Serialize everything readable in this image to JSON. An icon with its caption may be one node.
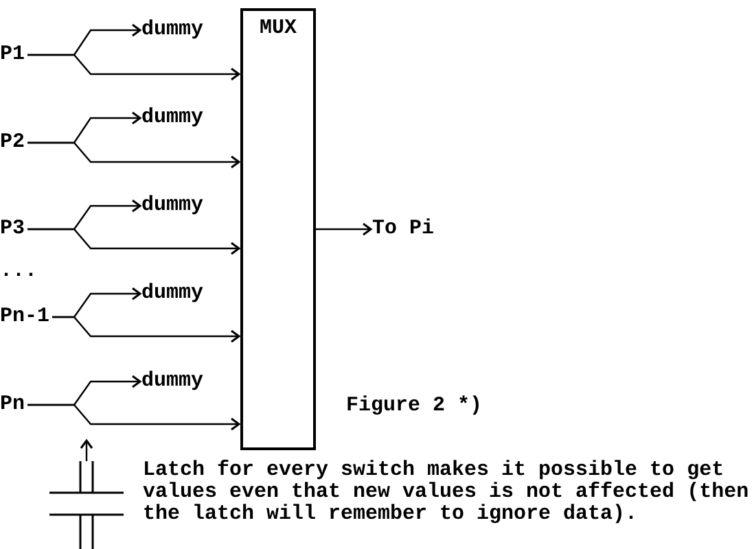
{
  "diagram": {
    "caption": "Figure 2 *)",
    "nodes": [
      {
        "text": [
          "MUX"
        ]
      },
      {
        "text": [
          "P1"
        ]
      },
      {
        "text": [
          "P2"
        ]
      },
      {
        "text": [
          "P3"
        ]
      },
      {
        "text": [
          "Pn-1"
        ]
      },
      {
        "text": [
          "Pn"
        ]
      },
      {
        "text": [
          "dummy"
        ]
      },
      {
        "text": [
          "dummy"
        ]
      },
      {
        "text": [
          "dummy"
        ]
      },
      {
        "text": [
          "dummy"
        ]
      },
      {
        "text": [
          "dummy"
        ]
      },
      {
        "text": [
          "To Pi"
        ]
      },
      {
        "text": [],
        "shape": "capacitor"
      }
    ],
    "edges": [
      {
        "from": 1,
        "to": 6,
        "arrow": "to"
      },
      {
        "from": 1,
        "to": 0,
        "arrow": "to"
      },
      {
        "from": 2,
        "to": 7,
        "arrow": "to"
      },
      {
        "from": 2,
        "to": 0,
        "arrow": "to"
      },
      {
        "from": 3,
        "to": 8,
        "arrow": "to"
      },
      {
        "from": 3,
        "to": 0,
        "arrow": "to"
      },
      {
        "from": 4,
        "to": 9,
        "arrow": "to"
      },
      {
        "from": 4,
        "to": 0,
        "arrow": "to"
      },
      {
        "from": 5,
        "to": 10,
        "arrow": "to"
      },
      {
        "from": 5,
        "to": 0,
        "arrow": "to"
      },
      {
        "from": 0,
        "to": 11,
        "arrow": "to"
      },
      {
        "from": 12,
        "to": null,
        "arrow": "to"
      }
    ],
    "labels": [
      "...",
      "Latch for every switch makes it possible to get values even that new values is not affected (then the latch will remember to ignore data)."
    ]
  }
}
